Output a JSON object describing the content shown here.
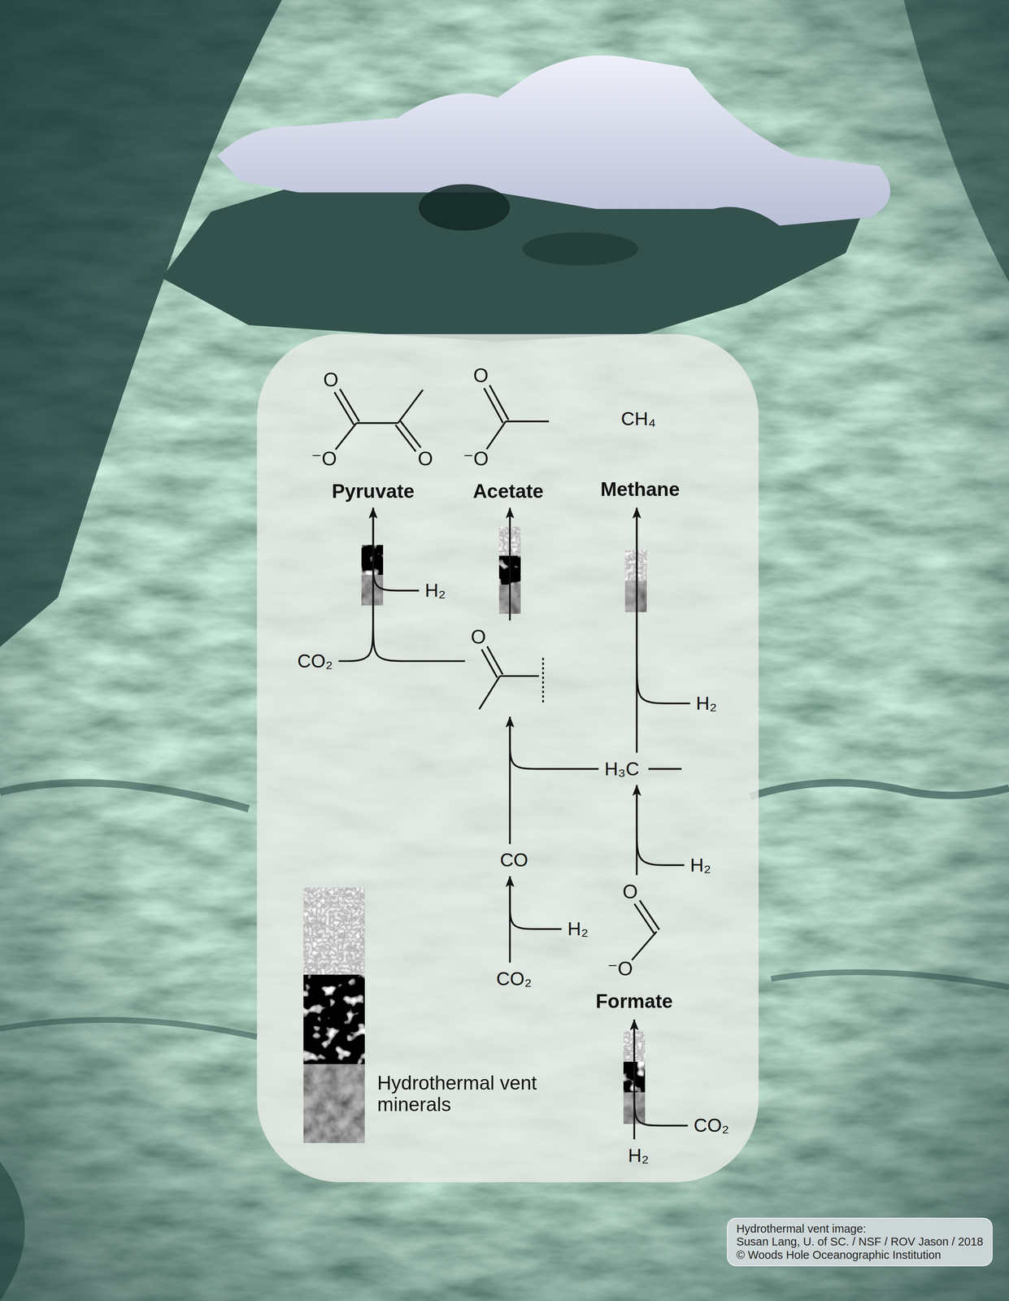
{
  "diagram": {
    "nodes": [
      {
        "text": [
          "O",
          "⁻O",
          "O",
          "Pyruvate"
        ]
      },
      {
        "text": [
          "O",
          "⁻O",
          "Acetate"
        ]
      },
      {
        "text": [
          "CH₄",
          "Methane"
        ]
      },
      {
        "text": [
          "H₂"
        ]
      },
      {
        "text": [
          "CO₂"
        ]
      },
      {
        "text": [
          "O"
        ]
      },
      {
        "text": [
          "H₂"
        ]
      },
      {
        "text": [
          "H₃C"
        ]
      },
      {
        "text": [
          "CO"
        ]
      },
      {
        "text": [
          "H₂"
        ]
      },
      {
        "text": [
          "H₂"
        ]
      },
      {
        "text": [
          "CO₂"
        ]
      },
      {
        "text": [
          "O",
          "⁻O",
          "Formate"
        ]
      },
      {
        "text": [
          "CO₂"
        ]
      },
      {
        "text": [
          "H₂"
        ]
      },
      {
        "text": [
          "Hydrothermal vent image:",
          "Susan Lang, U. of SC. / NSF / ROV Jason / 2018",
          "© Woods Hole Oceanographic Institution"
        ]
      }
    ],
    "edges": [
      {
        "from": 4,
        "to": 0,
        "arrow": "to"
      },
      {
        "from": 5,
        "to": 0,
        "arrow": "to"
      },
      {
        "from": 3,
        "to": 0,
        "arrow": "to"
      },
      {
        "from": 5,
        "to": 1,
        "arrow": "to"
      },
      {
        "from": 7,
        "to": 2,
        "arrow": "to"
      },
      {
        "from": 6,
        "to": 2,
        "arrow": "to"
      },
      {
        "from": 8,
        "to": 5,
        "arrow": "to"
      },
      {
        "from": 7,
        "to": 5,
        "arrow": "to"
      },
      {
        "from": 11,
        "to": 8,
        "arrow": "to"
      },
      {
        "from": 9,
        "to": 8,
        "arrow": "to"
      },
      {
        "from": 12,
        "to": 7,
        "arrow": "to"
      },
      {
        "from": 10,
        "to": 7,
        "arrow": "to"
      },
      {
        "from": 14,
        "to": 12,
        "arrow": "to"
      },
      {
        "from": 13,
        "to": 12,
        "arrow": "to"
      }
    ],
    "legend": [
      {
        "text": "Hydrothermal vent minerals"
      }
    ]
  }
}
